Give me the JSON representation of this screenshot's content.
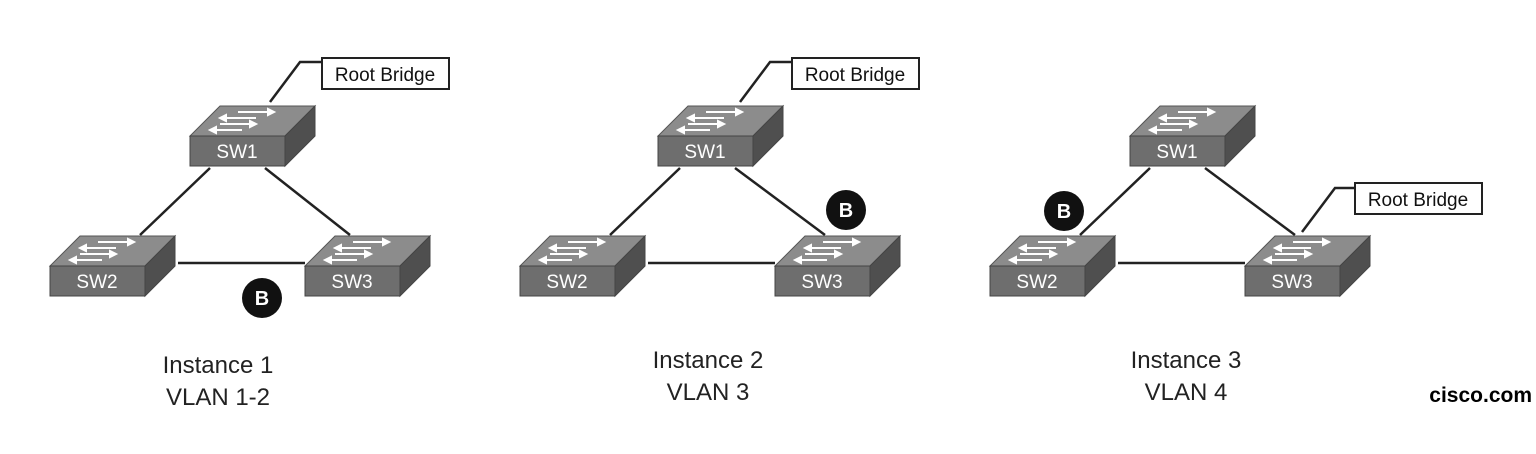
{
  "instances": [
    {
      "title": "Instance 1",
      "vlans": "VLAN 1-2",
      "root_bridge_label": "Root Bridge",
      "blocked_label": "B",
      "switches": [
        "SW1",
        "SW2",
        "SW3"
      ]
    },
    {
      "title": "Instance 2",
      "vlans": "VLAN 3",
      "root_bridge_label": "Root Bridge",
      "blocked_label": "B",
      "switches": [
        "SW1",
        "SW2",
        "SW3"
      ]
    },
    {
      "title": "Instance 3",
      "vlans": "VLAN 4",
      "root_bridge_label": "Root Bridge",
      "blocked_label": "B",
      "switches": [
        "SW1",
        "SW2",
        "SW3"
      ]
    }
  ],
  "watermark": "cisco.com"
}
